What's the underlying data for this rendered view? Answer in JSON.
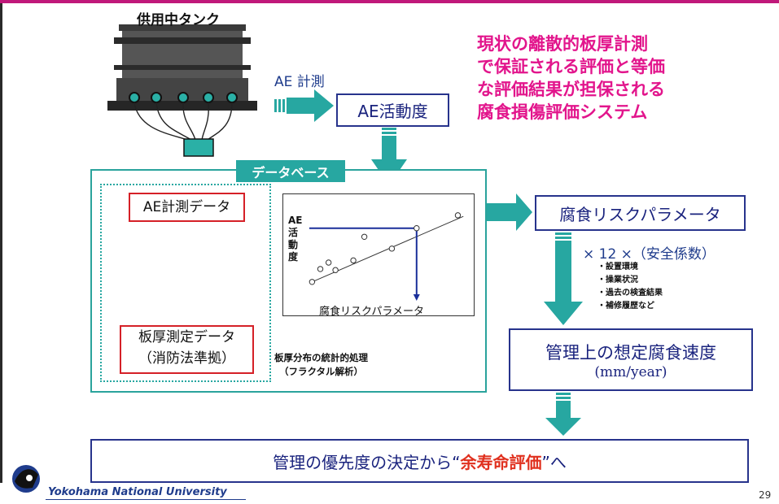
{
  "tank": {
    "label": "供用中タンク"
  },
  "ae_measure": "AE 計測",
  "ae_activity": "AE活動度",
  "pink_text": [
    "現状の離散的板厚計測",
    "で保証される評価と等価",
    "な評価結果が担保される",
    "腐食損傷評価システム"
  ],
  "database": {
    "tab": "データベース",
    "ae_data": "AE計測データ",
    "thickness_data": [
      "板厚測定データ",
      "（消防法準拠）"
    ],
    "chart": {
      "ylabel": "AE活動度",
      "xlabel": "腐食リスクパラメータ"
    },
    "stat_note": [
      "板厚分布の統計的処理",
      "（フラクタル解析）"
    ]
  },
  "risk_param": "腐食リスクパラメータ",
  "factor": "× 12 ×（安全係数）",
  "factor_items": [
    "・設置環境",
    "・操業状況",
    "・過去の検査結果",
    "・補修履歴など"
  ],
  "corrosion_rate": {
    "title": "管理上の想定腐食速度",
    "unit": "(mm/year)"
  },
  "final": {
    "before": "管理の優先度の決定から“",
    "highlight": "余寿命評価",
    "after": "”へ"
  },
  "footer": {
    "university": "Yokohama National University",
    "page": "29"
  },
  "colors": {
    "teal": "#27a7a1",
    "navy": "#27338c",
    "pink": "#e2158c",
    "red": "#d52027"
  },
  "chart_data": {
    "type": "scatter",
    "title": "",
    "xlabel": "腐食リスクパラメータ",
    "ylabel": "AE活動度",
    "points": [
      [
        0.1,
        0.5
      ],
      [
        0.4,
        1.1
      ],
      [
        0.7,
        1.4
      ],
      [
        0.95,
        1.05
      ],
      [
        1.6,
        1.5
      ],
      [
        2.0,
        2.6
      ],
      [
        3.0,
        2.05
      ],
      [
        3.9,
        3.0
      ],
      [
        5.4,
        3.6
      ]
    ],
    "trendline": [
      [
        0.1,
        0.5
      ],
      [
        5.6,
        3.55
      ]
    ],
    "marked_x": 3.9,
    "marked_y": 3.0,
    "xlim": [
      0,
      5.8
    ],
    "ylim": [
      0,
      4.2
    ]
  }
}
